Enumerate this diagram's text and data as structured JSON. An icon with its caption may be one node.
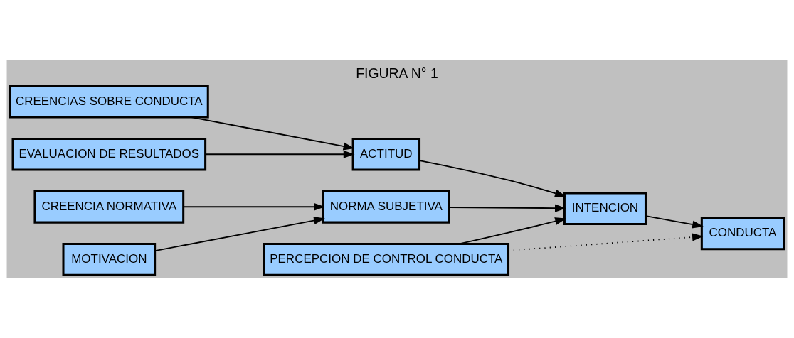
{
  "diagram": {
    "title": "FIGURA N° 1",
    "nodes": [
      {
        "text": [
          "CREENCIAS SOBRE CONDUCTA"
        ]
      },
      {
        "text": [
          "ACTITUD"
        ]
      },
      {
        "text": [
          "EVALUACION DE RESULTADOS"
        ]
      },
      {
        "text": [
          "INTENCION"
        ]
      },
      {
        "text": [
          "CONDUCTA"
        ]
      },
      {
        "text": [
          "NORMA SUBJETIVA"
        ]
      },
      {
        "text": [
          "CREENCIA NORMATIVA"
        ]
      },
      {
        "text": [
          "MOTIVACION"
        ]
      },
      {
        "text": [
          "PERCEPCION DE CONTROL CONDUCTA"
        ]
      }
    ],
    "edges": [
      {
        "from": 0,
        "to": 1,
        "arrow": "to"
      },
      {
        "from": 2,
        "to": 1,
        "arrow": "to"
      },
      {
        "from": 1,
        "to": 3,
        "arrow": "to"
      },
      {
        "from": 3,
        "to": 4,
        "arrow": "to"
      },
      {
        "from": 6,
        "to": 5,
        "arrow": "to"
      },
      {
        "from": 7,
        "to": 5,
        "arrow": "to"
      },
      {
        "from": 5,
        "to": 3,
        "arrow": "to"
      },
      {
        "from": 8,
        "to": 3,
        "arrow": "to"
      },
      {
        "from": 8,
        "to": 4,
        "arrow": "to",
        "style": "dashed"
      }
    ]
  }
}
